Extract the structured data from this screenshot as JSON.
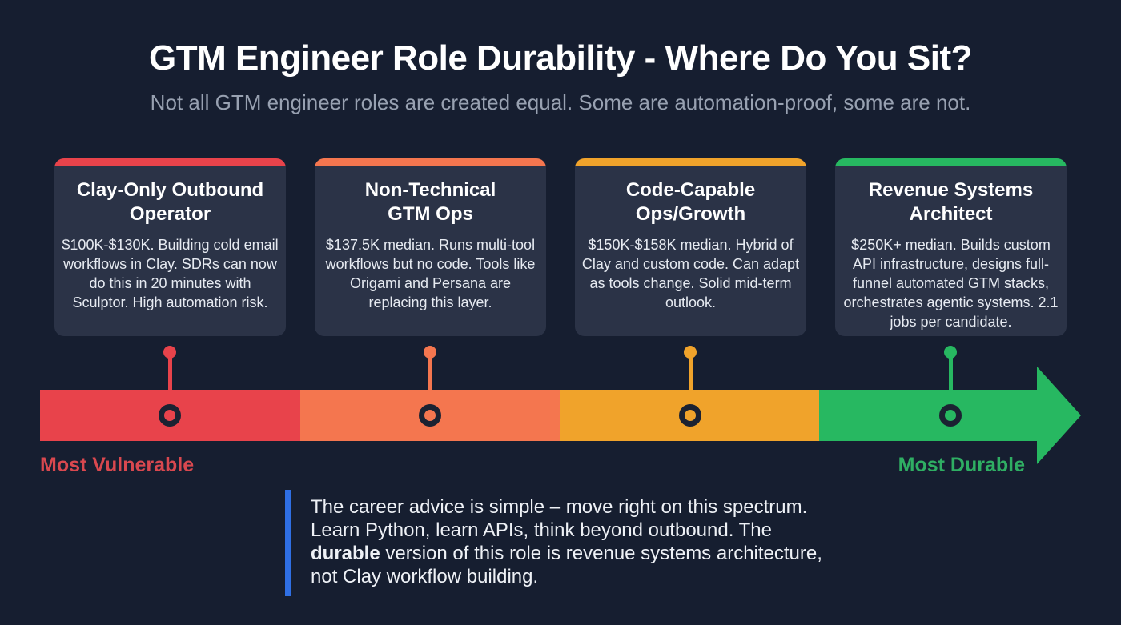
{
  "header": {
    "title": "GTM Engineer Role Durability - Where Do You Sit?",
    "subtitle": "Not all GTM engineer roles are created equal. Some are automation-proof, some are not."
  },
  "cards": [
    {
      "title_line1": "Clay-Only Outbound",
      "title_line2": "Operator",
      "body": "$100K-$130K. Building cold email workflows in Clay. SDRs can now do this in 20 minutes with Sculptor. High automation risk.",
      "accent": "#e8434b"
    },
    {
      "title_line1": "Non-Technical",
      "title_line2": "GTM Ops",
      "body": "$137.5K median. Runs multi-tool workflows but no code. Tools like Origami and Persana are replacing this layer.",
      "accent": "#f4764f"
    },
    {
      "title_line1": "Code-Capable",
      "title_line2": "Ops/Growth",
      "body": "$150K-$158K median. Hybrid of Clay and custom code. Can adapt as tools change. Solid mid-term outlook.",
      "accent": "#f0a32b"
    },
    {
      "title_line1": "Revenue Systems",
      "title_line2": "Architect",
      "body": "$250K+ median. Builds custom API infrastructure, designs full-funnel automated GTM stacks, orchestrates agentic systems. 2.1 jobs per candidate.",
      "accent": "#27b861"
    }
  ],
  "spectrum": {
    "left_label": "Most Vulnerable",
    "right_label": "Most Durable",
    "left_label_color": "#d9484f",
    "right_label_color": "#2fae63",
    "segments": [
      "#e8434b",
      "#f4764f",
      "#f0a32b",
      "#27b861"
    ],
    "arrow_color": "#27b861",
    "marker_ring_color": "#1b2232"
  },
  "quote": {
    "line1": "The career advice is simple – move right on this spectrum.",
    "line2": "Learn Python, learn APIs, think beyond outbound. The",
    "line3_bold": "durable",
    "line3_rest": " version of this role is revenue systems architecture,",
    "line4": "not Clay workflow building.",
    "accent_color": "#2f6fe4"
  }
}
